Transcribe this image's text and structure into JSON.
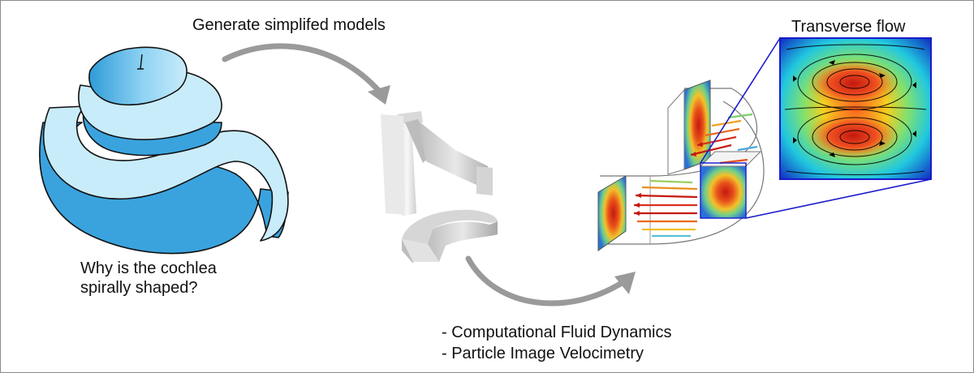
{
  "question": {
    "line1": "Why is the cochlea",
    "line2": "spirally shaped?"
  },
  "step_title": "Generate simplifed models",
  "inset_title": "Transverse flow",
  "methods": [
    "- Computational Fluid Dynamics",
    "- Particle Image Velocimetry"
  ],
  "colors": {
    "cochlea_dark": "#3aa3de",
    "cochlea_light": "#c9ecfa",
    "arrow_gray": "#9a9a9a",
    "zoom_line": "#1a1acc",
    "flow_hot": "#d21a10",
    "flow_cold": "#2b4fd6"
  }
}
